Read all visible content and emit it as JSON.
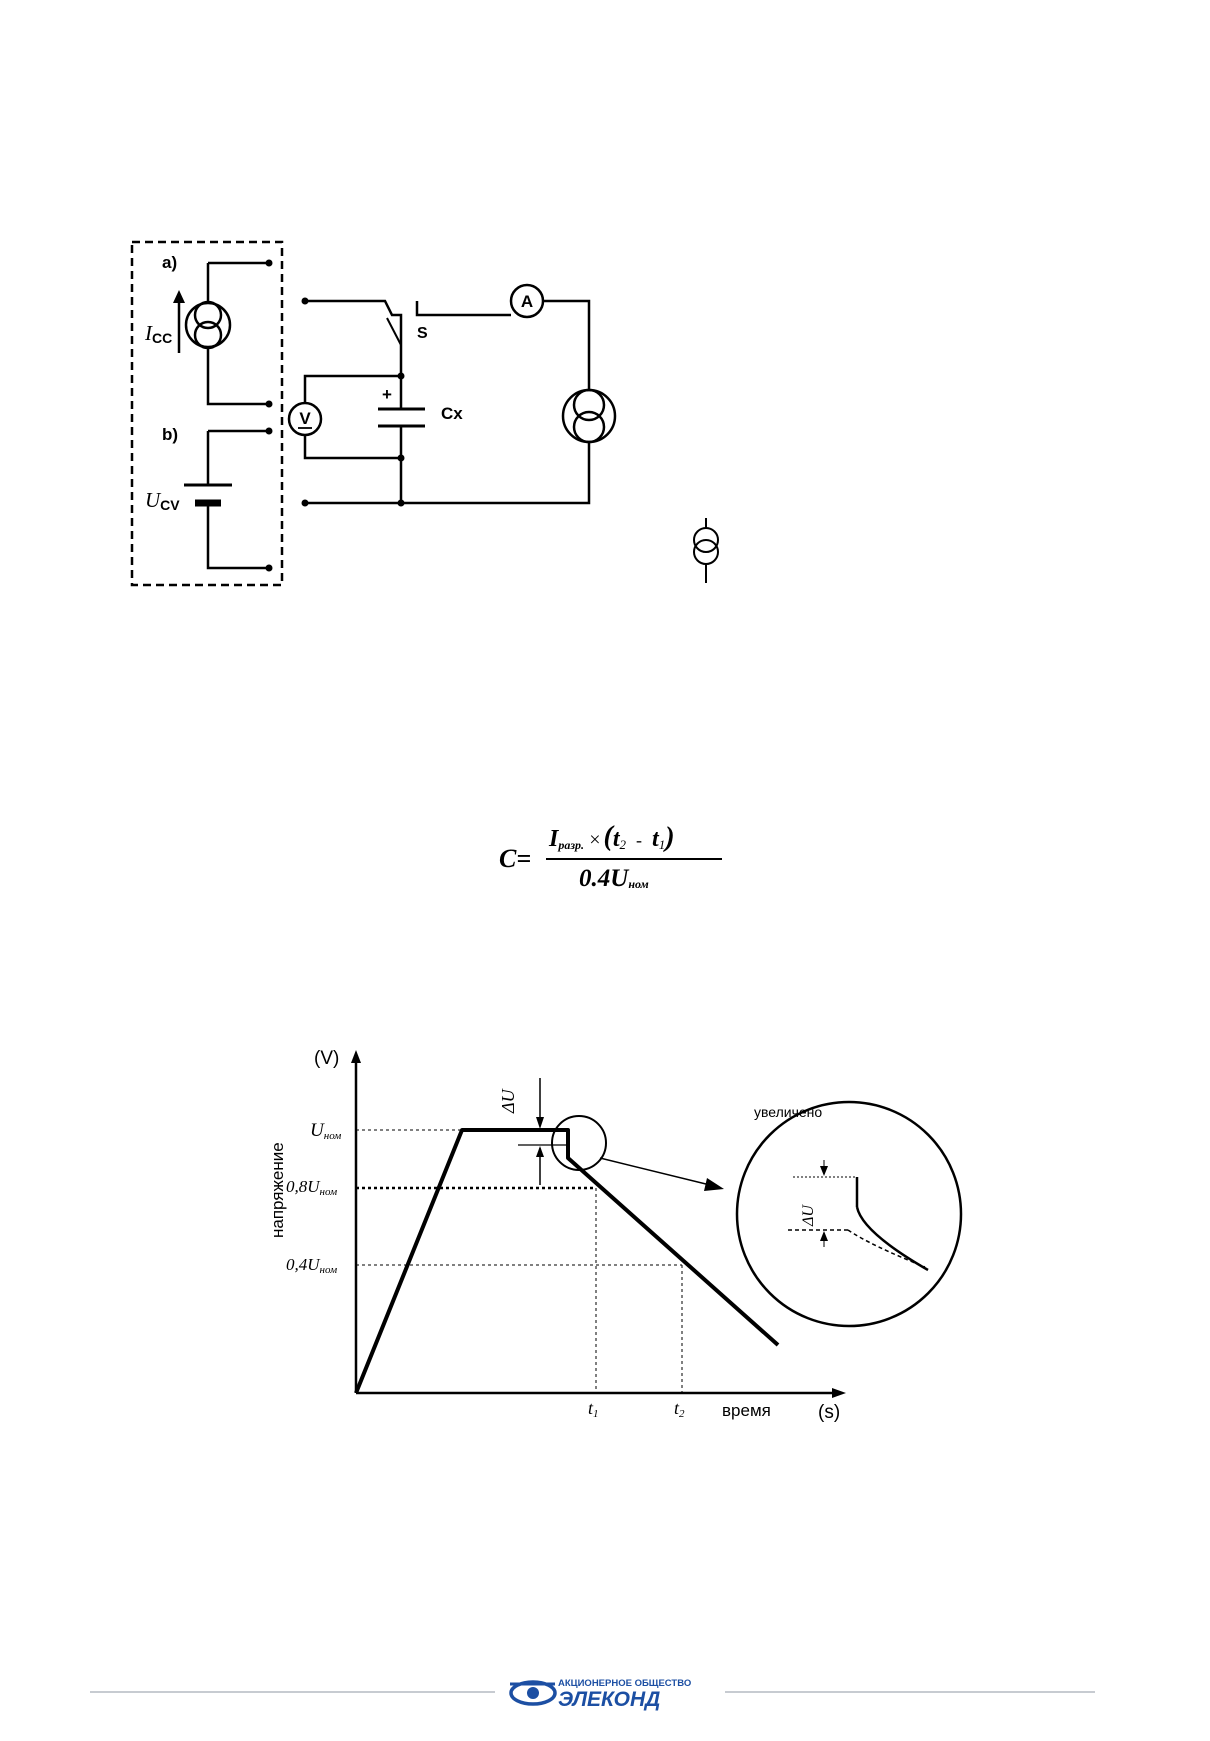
{
  "circuit": {
    "label_a": "a)",
    "label_b": "b)",
    "current_source_symbol": "I",
    "current_source_sub": "CC",
    "voltage_source_symbol": "U",
    "voltage_source_sub": "CV",
    "switch_label": "S",
    "ammeter_label": "A",
    "voltmeter_label": "V",
    "capacitor_plus": "+",
    "capacitor_label": "Cx"
  },
  "formula": {
    "lhs": "C=",
    "numerator_I": "I",
    "numerator_I_sub": "разр.",
    "times": "×",
    "open_paren": "(",
    "t2": "t",
    "t2_sub": "2",
    "minus": "-",
    "t1": "t",
    "t1_sub": "1",
    "close_paren": ")",
    "denominator": "0.4",
    "denominator_U": "U",
    "denominator_sub": "ном"
  },
  "graph": {
    "y_unit": "(V)",
    "x_unit": "(s)",
    "y_axis_label": "напряжение",
    "x_axis_label": "время",
    "level_U": "U",
    "level_U_sub": "ном",
    "level_08": "0,8U",
    "level_08_sub": "ном",
    "level_04": "0,4U",
    "level_04_sub": "ном",
    "delta_u": "ΔU",
    "t1": "t",
    "t1_sub": "1",
    "t2": "t",
    "t2_sub": "2",
    "zoom_label": "увеличено",
    "zoom_delta_u": "ΔU"
  },
  "footer": {
    "company_line1": "АКЦИОНЕРНОЕ ОБЩЕСТВО",
    "company_line2": "ЭЛЕКОНД",
    "brand_color": "#1c4fa3"
  }
}
